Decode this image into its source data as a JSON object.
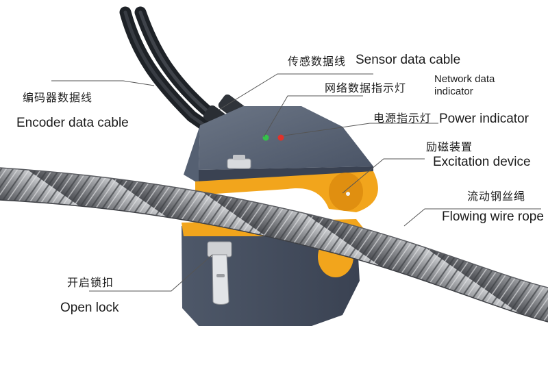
{
  "labels": {
    "sensor_cable": {
      "zh": "传感数据线",
      "en": "Sensor data cable"
    },
    "encoder_cable": {
      "zh": "编码器数据线",
      "en": "Encoder data cable"
    },
    "network_indicator": {
      "zh": "网络数据指示灯",
      "en": "Network data indicator"
    },
    "power_indicator": {
      "zh": "电源指示灯",
      "en": "Power indicator"
    },
    "excitation": {
      "zh": "励磁装置",
      "en": "Excitation device"
    },
    "wire_rope": {
      "zh": "流动钢丝绳",
      "en": "Flowing wire rope"
    },
    "open_lock": {
      "zh": "开启锁扣",
      "en": "Open lock"
    }
  },
  "colors": {
    "housing": "#4a5466",
    "housing_dark": "#3a4252",
    "housing_light": "#6b7585",
    "excitation": "#f2a51c",
    "network_led": "#35c24a",
    "power_led": "#e0322a",
    "rope": "#8d8f93",
    "cable": "#2b2f36"
  },
  "icons": [
    "green-led-icon",
    "red-led-icon",
    "latch-icon"
  ]
}
